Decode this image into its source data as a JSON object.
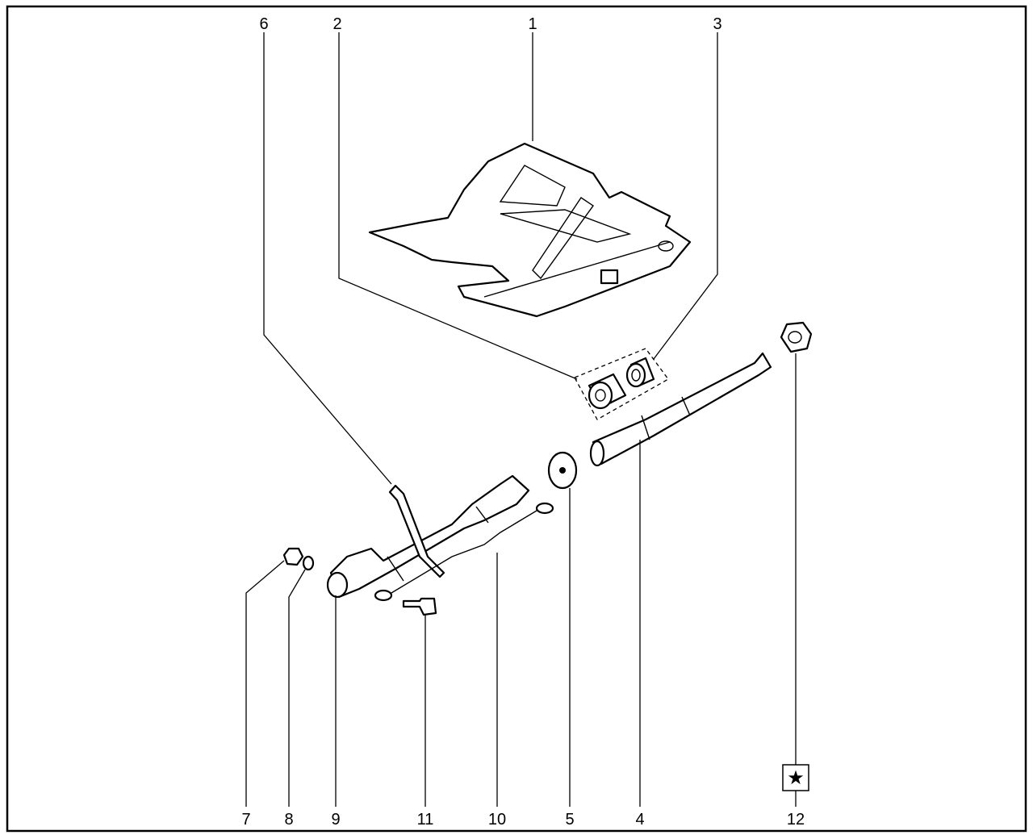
{
  "diagram": {
    "callouts": [
      {
        "id": "1",
        "label": "1"
      },
      {
        "id": "2",
        "label": "2"
      },
      {
        "id": "3",
        "label": "3"
      },
      {
        "id": "4",
        "label": "4"
      },
      {
        "id": "5",
        "label": "5"
      },
      {
        "id": "6",
        "label": "6"
      },
      {
        "id": "7",
        "label": "7"
      },
      {
        "id": "8",
        "label": "8"
      },
      {
        "id": "9",
        "label": "9"
      },
      {
        "id": "10",
        "label": "10"
      },
      {
        "id": "11",
        "label": "11"
      },
      {
        "id": "12",
        "label": "12"
      }
    ],
    "symbol_12": "★"
  }
}
